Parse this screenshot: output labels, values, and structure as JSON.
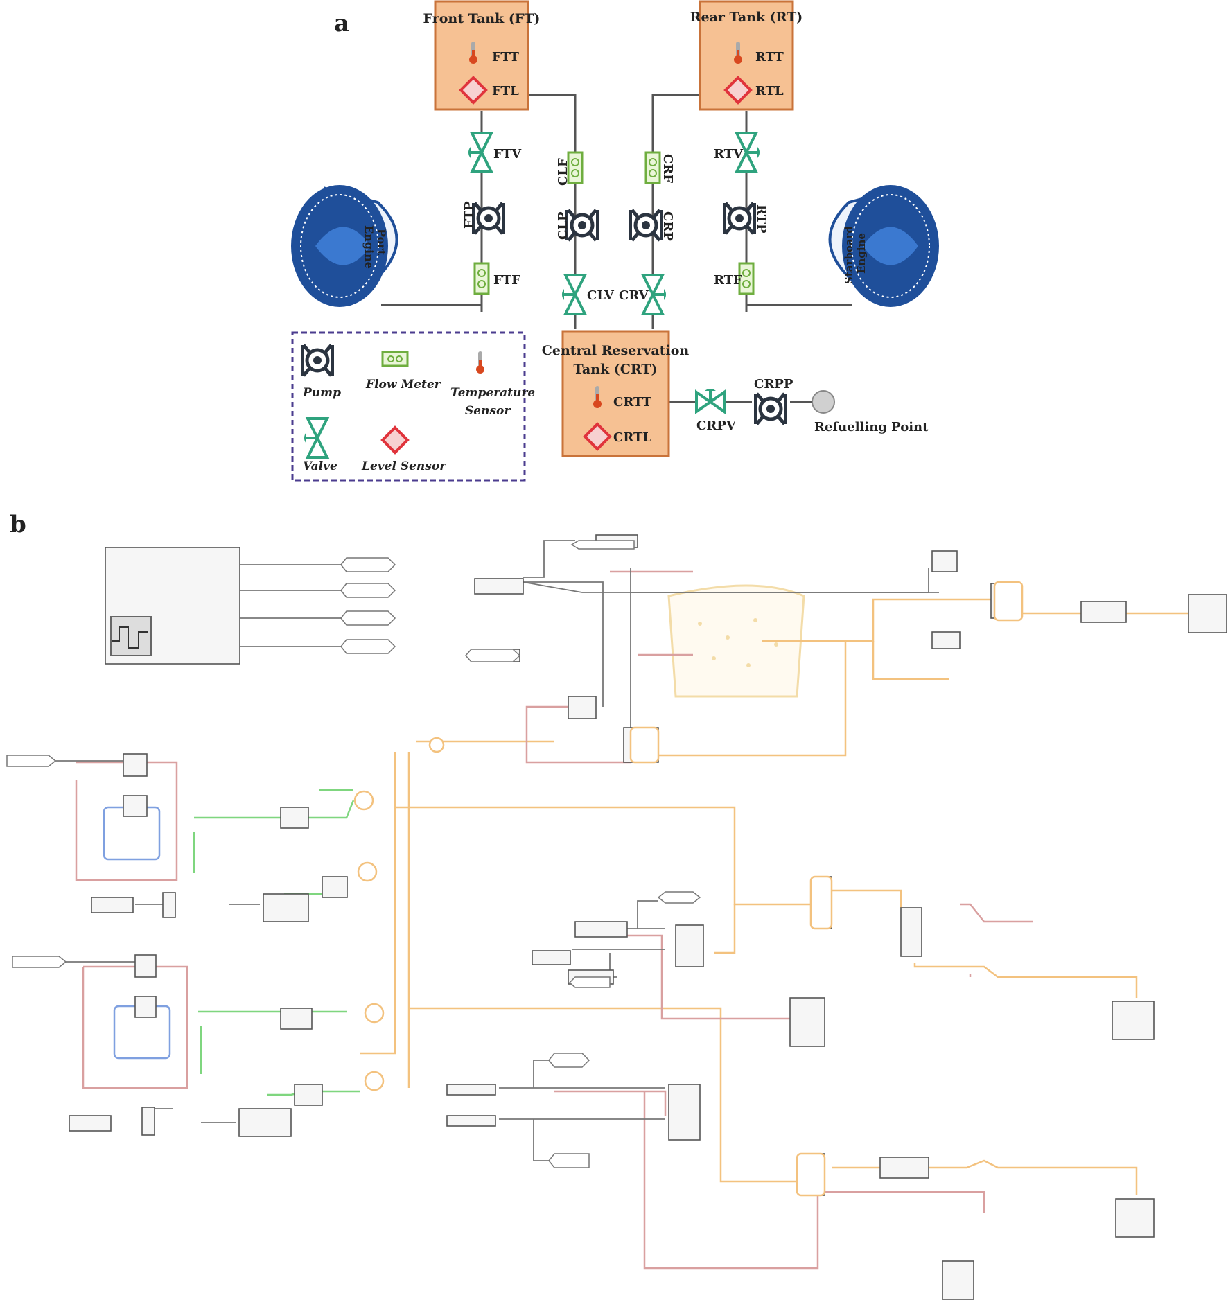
{
  "panel_a": {
    "label": "a",
    "front_tank": {
      "title": "Front Tank (FT)",
      "temp": "FTT",
      "level": "FTL"
    },
    "rear_tank": {
      "title": "Rear Tank (RT)",
      "temp": "RTT",
      "level": "RTL"
    },
    "central_tank": {
      "title_line1": "Central Reservation",
      "title_line2": "Tank (CRT)",
      "temp": "CRTT",
      "level": "CRTL"
    },
    "components": {
      "ftv": "FTV",
      "ftp": "FTP",
      "ftf": "FTF",
      "clf": "CLF",
      "clp": "CLP",
      "clv": "CLV",
      "crf": "CRF",
      "crp": "CRP",
      "crv": "CRV",
      "rtv": "RTV",
      "rtp": "RTP",
      "rtf": "RTF",
      "crpv": "CRPV",
      "crpp": "CRPP",
      "refuel": "Refuelling Point"
    },
    "engines": {
      "port_line1": "Port",
      "port_line2": "Engine",
      "starboard_line1": "Starboard",
      "starboard_line2": "Engine"
    },
    "legend": {
      "pump": "Pump",
      "flow_meter": "Flow Meter",
      "temp_line1": "Temperature",
      "temp_line2": "Sensor",
      "valve": "Valve",
      "level_sensor": "Level Sensor"
    },
    "colors": {
      "tank_fill": "#f6c193",
      "tank_stroke": "#c9733a",
      "valve": "#2fa37e",
      "engine": "#1f4f9a",
      "flow_meter": "#6fae3f",
      "level": "#e0343c",
      "legend_border": "#4b3c8f"
    }
  },
  "panel_b": {
    "label": "b",
    "colors": {
      "orange": "#f3c27f",
      "green": "#7fd67f",
      "pink": "#d9a0a0",
      "blue": "#7fa0e0",
      "gray": "#777777"
    }
  }
}
